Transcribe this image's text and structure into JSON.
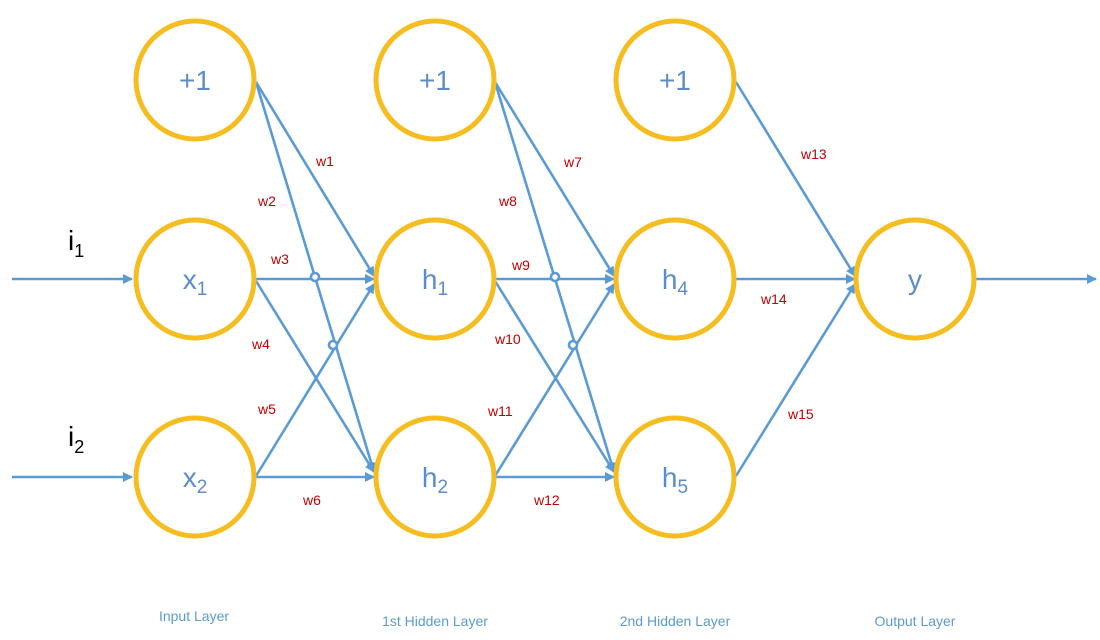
{
  "colors": {
    "node_stroke": "#F5BD1F",
    "node_text": "#5B8DC9",
    "edge": "#5B9BD5",
    "weight_label": "#C00000",
    "layer_label": "#5B9BD5",
    "input_label": "#000000"
  },
  "nodes": {
    "b0": {
      "main": "+1",
      "sub": ""
    },
    "x1": {
      "main": "x",
      "sub": "1"
    },
    "x2": {
      "main": "x",
      "sub": "2"
    },
    "b1": {
      "main": "+1",
      "sub": ""
    },
    "h1": {
      "main": "h",
      "sub": "1"
    },
    "h2": {
      "main": "h",
      "sub": "2"
    },
    "b2": {
      "main": "+1",
      "sub": ""
    },
    "h4": {
      "main": "h",
      "sub": "4"
    },
    "h5": {
      "main": "h",
      "sub": "5"
    },
    "y": {
      "main": "y",
      "sub": ""
    }
  },
  "inputs": {
    "i1": {
      "main": "i",
      "sub": "1"
    },
    "i2": {
      "main": "i",
      "sub": "2"
    }
  },
  "weights": {
    "w1": "w1",
    "w2": "w2",
    "w3": "w3",
    "w4": "w4",
    "w5": "w5",
    "w6": "w6",
    "w7": "w7",
    "w8": "w8",
    "w9": "w9",
    "w10": "w10",
    "w11": "w11",
    "w12": "w12",
    "w13": "w13",
    "w14": "w14",
    "w15": "w15"
  },
  "layers": {
    "input": "Input Layer",
    "hidden1": "1st Hidden Layer",
    "hidden2": "2nd Hidden Layer",
    "output": "Output Layer"
  }
}
